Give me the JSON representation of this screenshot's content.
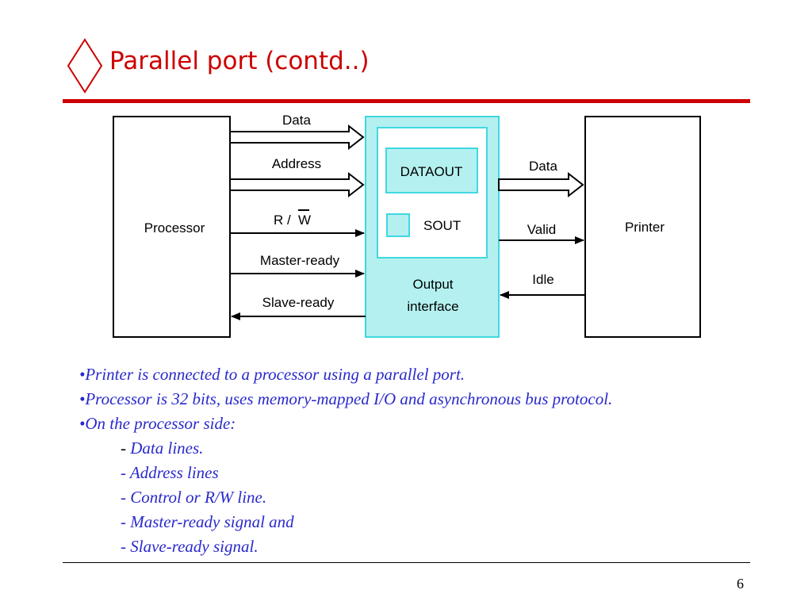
{
  "title": "Parallel port (contd..)",
  "diagram": {
    "processor_label": "Processor",
    "printer_label": "Printer",
    "interface_label_line1": "Output",
    "interface_label_line2": "interface",
    "dataout_label": "DATAOUT",
    "sout_label": "SOUT",
    "processor_signals": {
      "data": "Data",
      "address": "Address",
      "rw_r": "R",
      "rw_slash": "/",
      "rw_w": "W",
      "master_ready": "Master-ready",
      "slave_ready": "Slave-ready"
    },
    "printer_signals": {
      "data": "Data",
      "valid": "Valid",
      "idle": "Idle"
    }
  },
  "bullets": [
    "•Printer is connected to a processor using a parallel port.",
    "•Processor is 32 bits, uses memory-mapped I/O and asynchronous bus protocol.",
    "•On the processor side:"
  ],
  "sub_items": {
    "dash": "-",
    "first": "Data lines.",
    "rest": [
      "- Address lines",
      "- Control or R/W line.",
      "- Master-ready signal and",
      "- Slave-ready signal."
    ]
  },
  "page_number": "6",
  "colors": {
    "title": "#cc0000",
    "bullet_text": "#2929cc",
    "interface_fill": "#b4f0f0",
    "interface_border": "#40d8e0"
  }
}
